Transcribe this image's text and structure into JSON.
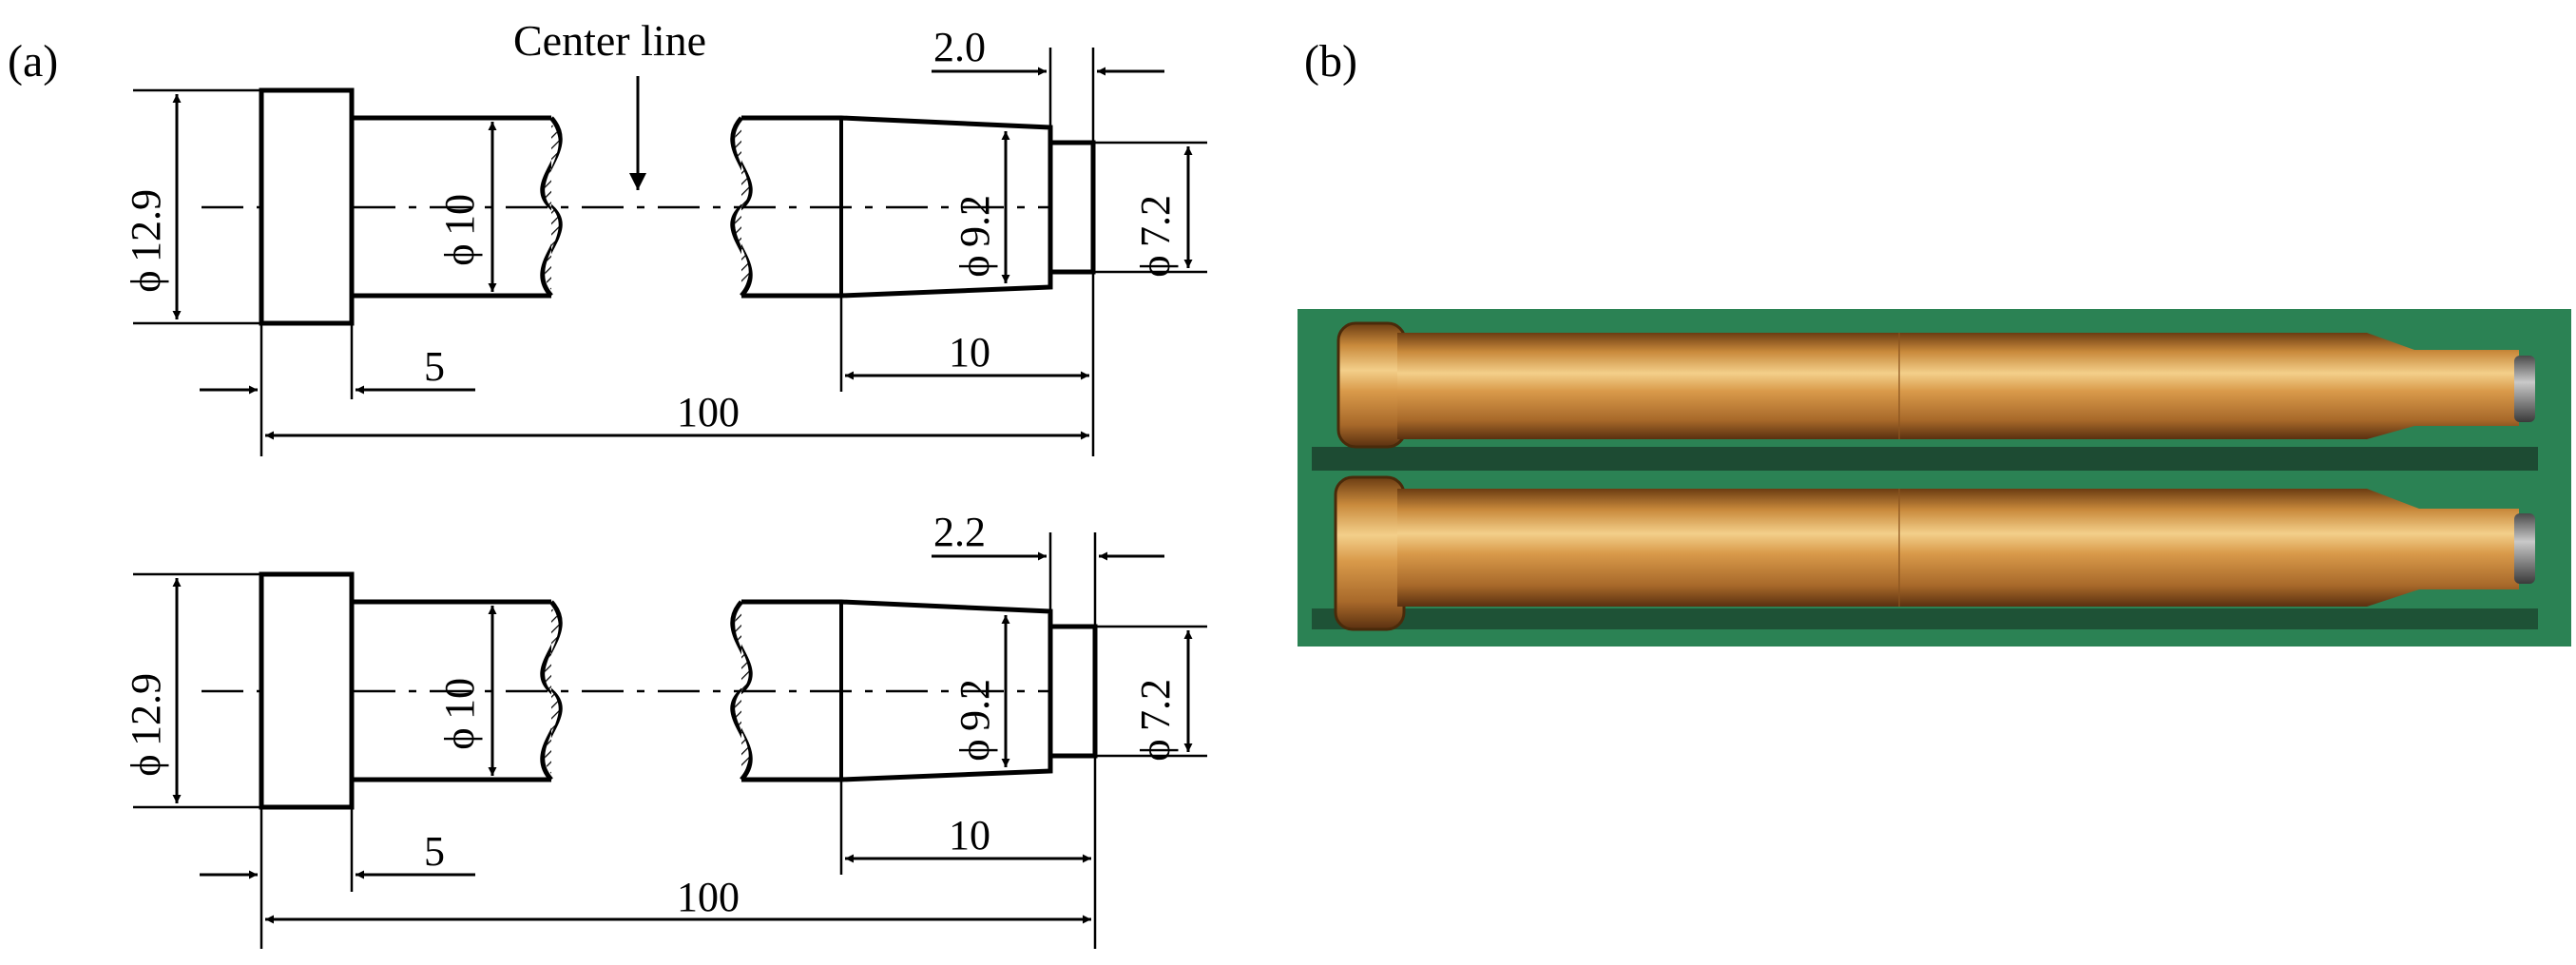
{
  "panel_a": {
    "label": "(a)",
    "center_line_label": "Center line",
    "top_drawing": {
      "dia_flange": "12.9",
      "dia_shank": "10",
      "dia_neck": "9.2",
      "dia_tip": "7.2",
      "len_tip": "2.0",
      "len_flange": "5",
      "len_neck": "10",
      "len_total": "100"
    },
    "bottom_drawing": {
      "dia_flange": "12.9",
      "dia_shank": "10",
      "dia_neck": "9.2",
      "dia_tip": "7.2",
      "len_tip": "2.2",
      "len_flange": "5",
      "len_neck": "10",
      "len_total": "100"
    },
    "phi_symbol": "ϕ"
  },
  "panel_b": {
    "label": "(b)",
    "colors": {
      "background_green": "#2f8a5a",
      "brass": "#c98a3c",
      "brass_highlight": "#f0c27a",
      "brass_shadow": "#7a4a18"
    }
  }
}
